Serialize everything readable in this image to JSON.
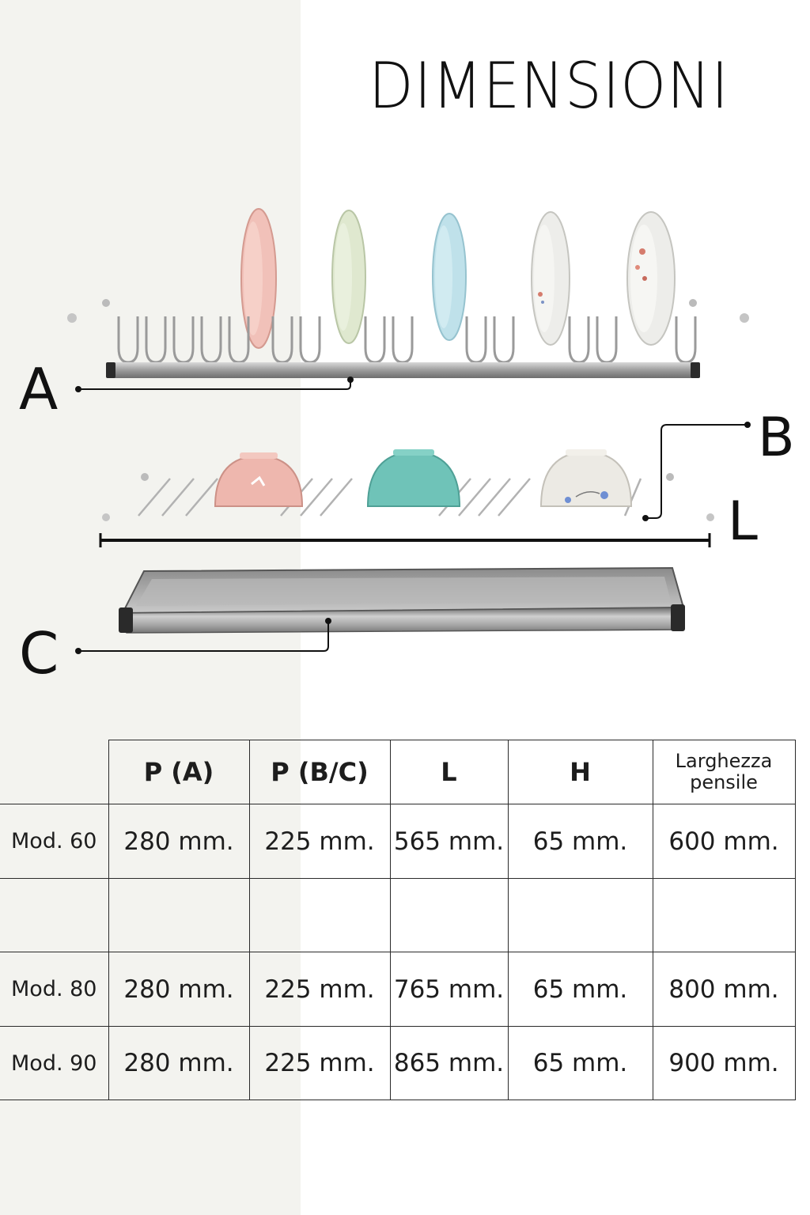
{
  "title": "DIMENSIONI",
  "labels": {
    "a": "A",
    "b": "B",
    "c": "C",
    "l": "L"
  },
  "table": {
    "headers": [
      "",
      "P (A)",
      "P (B/C)",
      "L",
      "H",
      "Larghezza pensile"
    ],
    "rows": [
      [
        "Mod. 60",
        "280 mm.",
        "225 mm.",
        "565 mm.",
        "65 mm.",
        "600 mm."
      ],
      [
        "",
        "",
        "",
        "",
        "",
        ""
      ],
      [
        "Mod. 80",
        "280 mm.",
        "225 mm.",
        "765 mm.",
        "65 mm.",
        "800 mm."
      ],
      [
        "Mod. 90",
        "280 mm.",
        "225 mm.",
        "865 mm.",
        "65 mm.",
        "900 mm."
      ]
    ]
  },
  "colors": {
    "background_left": "#f3f3ef",
    "background_right": "#ffffff",
    "steel": "#a8a8a8",
    "plate_pink": "#f1c1b9",
    "plate_green": "#dfe8cf",
    "plate_blue": "#bfe1ea",
    "plate_white": "#ededea",
    "bowl_pink": "#eeb7ae",
    "bowl_teal": "#6fc3b8",
    "bowl_white": "#eceae4"
  }
}
